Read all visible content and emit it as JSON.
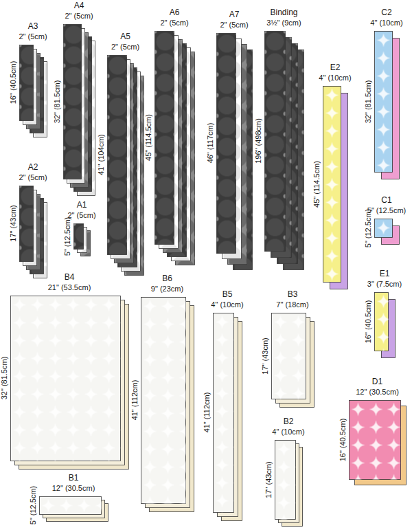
{
  "diagram": {
    "nodes": [
      {
        "text": [
          "A3",
          "2\" (5cm)",
          "16\" (40.5cm)"
        ]
      },
      {
        "text": [
          "A4",
          "2\" (5cm)",
          "32\" (81.5cm)"
        ]
      },
      {
        "text": [
          "A5",
          "2\" (5cm)",
          "41\" (104cm)"
        ]
      },
      {
        "text": [
          "A6",
          "2\" (5cm)",
          "45\" (114.5cm)"
        ]
      },
      {
        "text": [
          "A7",
          "2\" (5cm)",
          "46\" (117cm)"
        ]
      },
      {
        "text": [
          "Binding",
          "3½\" (9cm)",
          "196\" (498cm)"
        ]
      },
      {
        "text": [
          "E2",
          "4\" (10cm)",
          "45\" (114.5cm)"
        ]
      },
      {
        "text": [
          "C2",
          "4\" (10cm)",
          "32\" (81.5cm)"
        ]
      },
      {
        "text": [
          "A2",
          "2\" (5cm)",
          "17\" (43cm)"
        ]
      },
      {
        "text": [
          "A1",
          "2\" (5cm)",
          "5\" (12.5cm)"
        ]
      },
      {
        "text": [
          "C1",
          "5\" (12.5cm)",
          "5\" (12.5cm)"
        ]
      },
      {
        "text": [
          "E1",
          "3\" (7.5cm)",
          "16\" (40.5cm)"
        ]
      },
      {
        "text": [
          "B4",
          "21\" (53.5cm)",
          "32\" (81.5cm)"
        ]
      },
      {
        "text": [
          "B6",
          "9\" (23cm)",
          "41\" (112cm)"
        ]
      },
      {
        "text": [
          "B5",
          "4\" (10cm)",
          "41\" (112cm)"
        ]
      },
      {
        "text": [
          "B3",
          "7\" (18cm)",
          "17\" (43cm)"
        ]
      },
      {
        "text": [
          "B2",
          "4\" (10cm)",
          "17\" (43cm)"
        ]
      },
      {
        "text": [
          "D1",
          "12\" (30.5cm)",
          "16\" (40.5cm)"
        ]
      },
      {
        "text": [
          "B1",
          "12\" (30.5cm)",
          "5\" (12.5cm)"
        ]
      }
    ]
  }
}
